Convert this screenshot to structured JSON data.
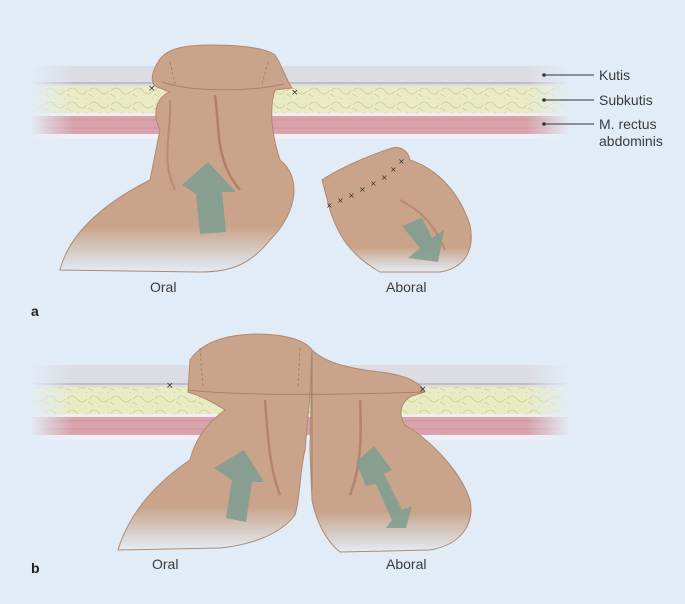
{
  "panels": [
    {
      "letter": "a",
      "left_label": "Oral",
      "right_label": "Aboral"
    },
    {
      "letter": "b",
      "left_label": "Oral",
      "right_label": "Aboral"
    }
  ],
  "layer_labels": {
    "skin": "Kutis",
    "subcutis": "Subkutis",
    "muscle_line1": "M. rectus",
    "muscle_line2": "abdominis"
  },
  "colors": {
    "background": "#e2ecf7",
    "skin": "#dcdde2",
    "subcutis": "#e9ebc4",
    "muscle": "#d9a3ab",
    "bowel": "#c9a48a",
    "arrow": "#7c9e91",
    "suture": "#333333"
  }
}
